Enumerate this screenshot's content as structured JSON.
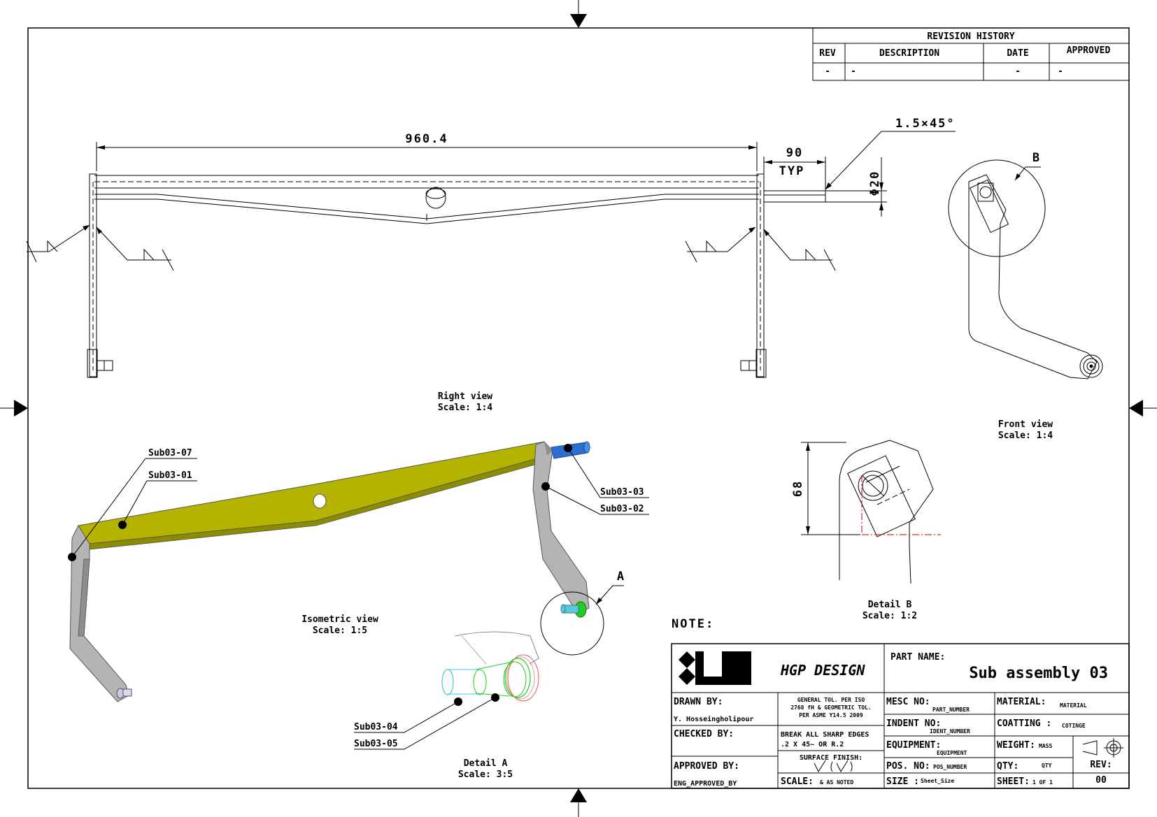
{
  "revision_history": {
    "title": "REVISION HISTORY",
    "headers": [
      "REV",
      "DESCRIPTION",
      "DATE",
      "APPROVED"
    ],
    "row": [
      "-",
      "-",
      "-",
      "-"
    ]
  },
  "dimensions": {
    "overall_length": "960.4",
    "end_length": "90",
    "end_typ": "TYP",
    "chamfer": "1.5×45°",
    "diameter": "Φ20",
    "detail_b_height": "68"
  },
  "views": {
    "right": {
      "title": "Right view",
      "scale": "Scale:  1:4"
    },
    "front": {
      "title": "Front view",
      "scale": "Scale:  1:4"
    },
    "detail_b": {
      "title": "Detail B",
      "scale": "Scale:  1:2"
    },
    "isometric": {
      "title": "Isometric view",
      "scale": "Scale:  1:5"
    },
    "detail_a": {
      "title": "Detail A",
      "scale": "Scale:  3:5"
    }
  },
  "detail_markers": {
    "a": "A",
    "b": "B"
  },
  "balloons": {
    "p07": "Sub03-07",
    "p01": "Sub03-01",
    "p03": "Sub03-03",
    "p02": "Sub03-02",
    "p04": "Sub03-04",
    "p05": "Sub03-05"
  },
  "note_label": "NOTE:",
  "title_block": {
    "company": "HGP DESIGN",
    "part_name_label": "PART NAME:",
    "part_name": "Sub assembly 03",
    "drawn_by_label": "DRAWN BY:",
    "drawn_by": "Y. Hosseingholipour",
    "checked_by_label": "CHECKED BY:",
    "approved_by_label": "APPROVED BY:",
    "approved_by": "ENG_APPROVED_BY",
    "tol_line1": "GENERAL TOL. PER ISO",
    "tol_line2": "2768 fH & GEOMETRIC TOL.",
    "tol_line3": "PER ASME Y14.5 2009",
    "edges_line1": "BREAK ALL SHARP EDGES",
    "edges_line2": ".2 X 45~ OR R.2",
    "surface_finish": "SURFACE FINISH:",
    "scale_label": "SCALE:",
    "scale_value": "& AS NOTED",
    "mesc_label": "MESC NO:",
    "mesc_value": "PART_NUMBER",
    "indent_label": "INDENT NO:",
    "indent_value": "IDENT_NUMBER",
    "equipment_label": "EQUIPMENT:",
    "equipment_value": "EQUIPMENT",
    "pos_label": "POS. NO:",
    "pos_value": "POS_NUMBER",
    "size_label": "SIZE :",
    "size_value": "Sheet_Size",
    "material_label": "MATERIAL:",
    "material_value": "MATERIAL",
    "coating_label": "COATTING :",
    "coating_value": "COTINGE",
    "weight_label": "WEIGHT:",
    "weight_value": "MASS",
    "qty_label": "QTY:",
    "qty_value": "QTY",
    "sheet_label": "SHEET:",
    "sheet_value": "1 OF 1",
    "rev_label": "REV:",
    "rev_value": "00"
  },
  "colors": {
    "bar": "#b3b300",
    "bar_dark": "#8c8c00",
    "link": "#b4b4b4",
    "link_dark": "#8e8e8e",
    "pin_blue": "#2a6fcf",
    "pin_green": "#22cc22",
    "pin_cyan": "#5cc8d8",
    "center_line": "#cc0000"
  }
}
